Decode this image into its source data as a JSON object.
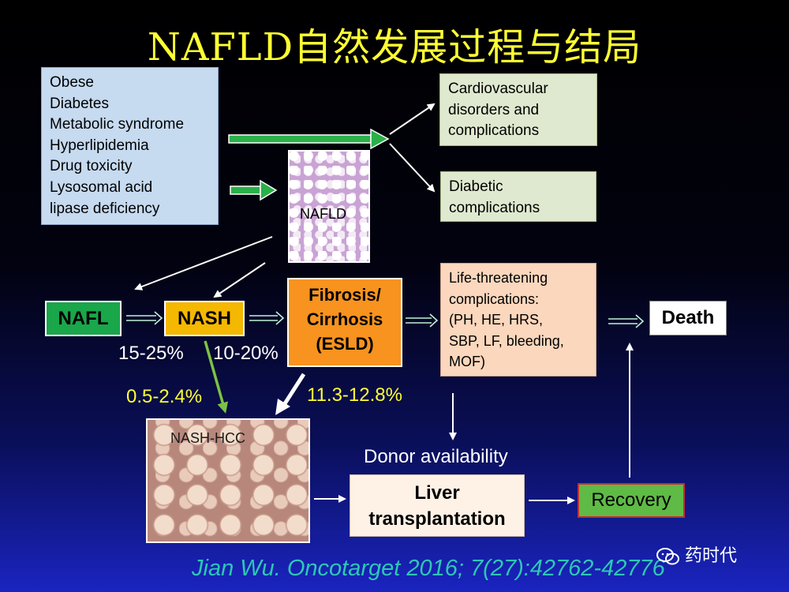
{
  "title": "NAFLD自然发展过程与结局",
  "risk_factors": [
    "Obese",
    "Diabetes",
    "Metabolic syndrome",
    "Hyperlipidemia",
    "Drug toxicity",
    "Lysosomal acid",
    "lipase deficiency"
  ],
  "nafld_label": "NAFLD",
  "cardio": [
    "Cardiovascular",
    "disorders and",
    "complications"
  ],
  "diabetic": [
    "Diabetic",
    "complications"
  ],
  "life_threatening": [
    "Life-threatening",
    "complications:",
    "(PH, HE, HRS,",
    "SBP, LF, bleeding,",
    "MOF)"
  ],
  "stages": {
    "nafl": "NAFL",
    "nash": "NASH",
    "fibrosis": [
      "Fibrosis/",
      "Cirrhosis",
      "(ESLD)"
    ],
    "death": "Death"
  },
  "rates": {
    "nafl_to_nash": "15-25%",
    "nash_to_fibrosis": "10-20%",
    "nash_to_hcc": "0.5-2.4%",
    "fibrosis_to_hcc": "11.3-12.8%"
  },
  "hcc_label": "NASH-HCC",
  "donor": "Donor availability",
  "liver_transplant": [
    "Liver",
    "transplantation"
  ],
  "recovery": "Recovery",
  "citation": "Jian Wu. Oncotarget 2016; 7(27):42762-42776",
  "watermark": "药时代",
  "colors": {
    "title": "#ffff33",
    "nafl": "#1aa64a",
    "nash": "#f5b800",
    "fibrosis": "#f7931e",
    "recovery": "#5fba46",
    "citation": "#2ec7b5"
  }
}
